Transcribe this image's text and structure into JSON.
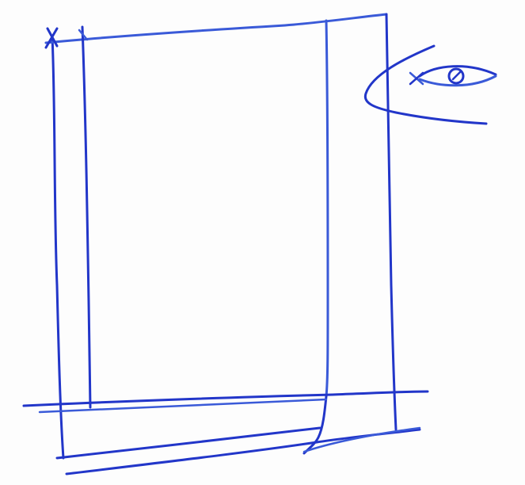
{
  "sketch": {
    "ink_color": "#2236c9",
    "ink_color_light": "#3a5ad8",
    "paper_color": "#fdfdfd",
    "marks": [
      "outer-frame",
      "inner-strip-left",
      "inner-strip-right",
      "bottom-base-lines",
      "corner-x-mark",
      "eye-symbol"
    ]
  }
}
